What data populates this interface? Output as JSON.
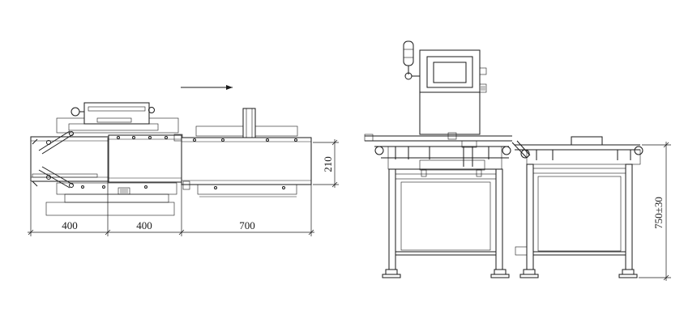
{
  "dimensions": {
    "seg1": "400",
    "seg2": "400",
    "seg3": "700",
    "height": "210",
    "machine_height": "750±30"
  },
  "icons": {
    "direction": "flow-direction-arrow-icon"
  }
}
